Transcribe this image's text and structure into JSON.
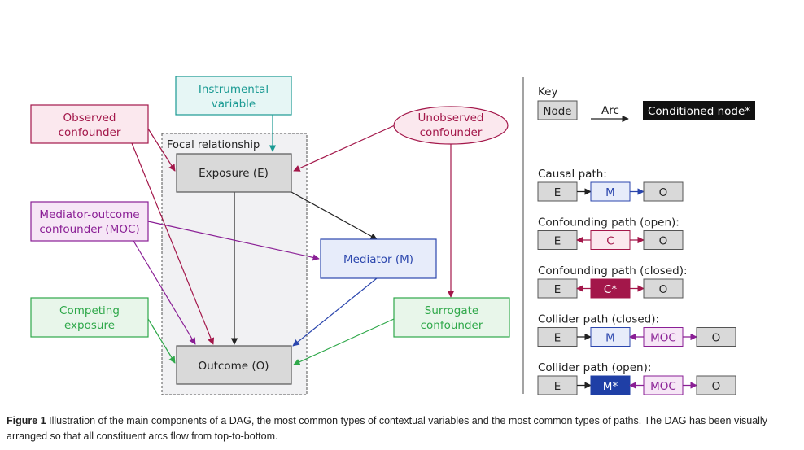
{
  "diagram": {
    "focal_label": "Focal relationship",
    "nodes": {
      "instrumental": {
        "lines": [
          "Instrumental",
          "variable"
        ]
      },
      "observed_confounder": {
        "lines": [
          "Observed",
          "confounder"
        ]
      },
      "unobserved_confounder": {
        "lines": [
          "Unobserved",
          "confounder"
        ]
      },
      "exposure": {
        "lines": [
          "Exposure (E)"
        ]
      },
      "moc": {
        "lines": [
          "Mediator-outcome",
          "confounder (MOC)"
        ]
      },
      "mediator": {
        "lines": [
          "Mediator (M)"
        ]
      },
      "competing": {
        "lines": [
          "Competing",
          "exposure"
        ]
      },
      "surrogate": {
        "lines": [
          "Surrogate",
          "confounder"
        ]
      },
      "outcome": {
        "lines": [
          "Outcome (O)"
        ]
      }
    },
    "colors": {
      "red": "#a3174a",
      "red_fill": "#fbe8ee",
      "teal": "#1a9a93",
      "teal_fill": "#e6f6f5",
      "purple": "#8a1f95",
      "purple_fill": "#f6e6f6",
      "blue": "#2b46ad",
      "blue_fill": "#e7ecfa",
      "green": "#2fa84a",
      "green_fill": "#e8f6ea",
      "grey_fill": "#d9d9d9",
      "grey_stroke": "#555555",
      "focal_fill": "#f1f1f3"
    }
  },
  "key": {
    "title": "Key",
    "node_label": "Node",
    "arc_label": "Arc",
    "conditioned_label": "Conditioned node*",
    "paths": [
      {
        "title": "Causal path:",
        "nodes": [
          "E",
          "M",
          "O"
        ],
        "arrows": [
          "right",
          "right"
        ]
      },
      {
        "title": "Confounding path (open):",
        "nodes": [
          "E",
          "C",
          "O"
        ],
        "arrows": [
          "left",
          "right"
        ]
      },
      {
        "title": "Confounding path (closed):",
        "nodes": [
          "E",
          "C*",
          "O"
        ],
        "arrows": [
          "left",
          "right"
        ]
      },
      {
        "title": "Collider path (closed):",
        "nodes": [
          "E",
          "M",
          "MOC",
          "O"
        ],
        "arrows": [
          "right",
          "left",
          "right"
        ]
      },
      {
        "title": "Collider path (open):",
        "nodes": [
          "E",
          "M*",
          "MOC",
          "O"
        ],
        "arrows": [
          "right",
          "left",
          "right"
        ]
      }
    ]
  },
  "caption": {
    "label": "Figure 1",
    "text": " Illustration of the main components of a DAG, the most common types of contextual variables and the most common types of paths. The DAG has been visually arranged so that all constituent arcs flow from top-to-bottom."
  }
}
